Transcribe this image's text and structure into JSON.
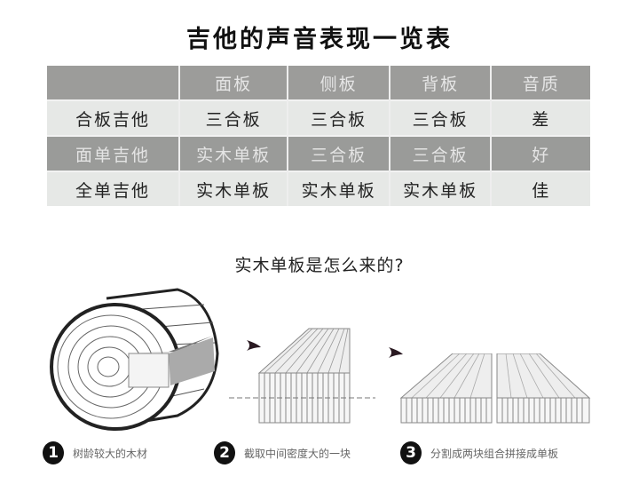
{
  "title": "吉他的声音表现一览表",
  "table": {
    "headers": [
      "",
      "面板",
      "侧板",
      "背板",
      "音质"
    ],
    "rows": [
      {
        "style": "light",
        "cells": [
          "合板吉他",
          "三合板",
          "三合板",
          "三合板",
          "差"
        ]
      },
      {
        "style": "dark",
        "cells": [
          "面单吉他",
          "实木单板",
          "三合板",
          "三合板",
          "好"
        ]
      },
      {
        "style": "light",
        "cells": [
          "全单吉他",
          "实木单板",
          "实木单板",
          "实木单板",
          "佳"
        ]
      }
    ]
  },
  "subtitle": "实木单板是怎么来的?",
  "steps": [
    {
      "number": "1",
      "text": "树龄较大的木材"
    },
    {
      "number": "2",
      "text": "截取中间密度大的一块"
    },
    {
      "number": "3",
      "text": "分割成两块组合拼接成单板"
    }
  ],
  "colors": {
    "header_bg": "#9c9c9a",
    "row_light": "#e6e8e6",
    "row_dark": "#9a9b99",
    "arrow": "#2a1a22"
  }
}
